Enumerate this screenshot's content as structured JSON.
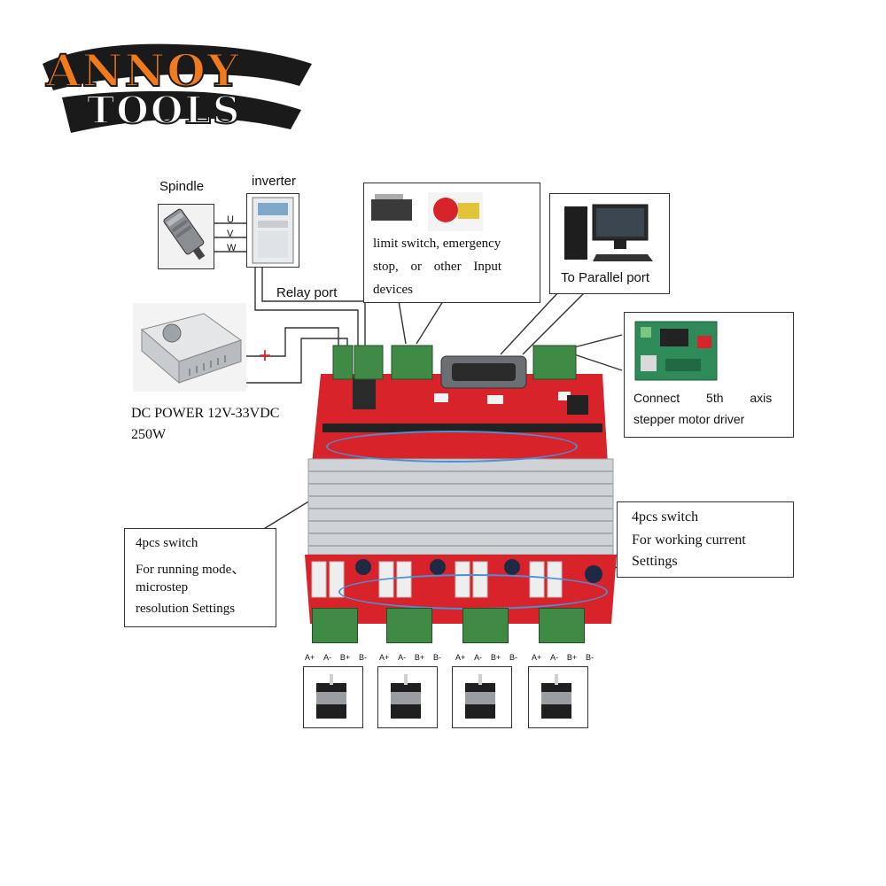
{
  "brand": {
    "line1": "ANNOY",
    "line2": "TOOLS"
  },
  "labels": {
    "spindle": "Spindle",
    "inverter": "inverter",
    "uvw": [
      "U",
      "V",
      "W"
    ],
    "relay_port": "Relay port",
    "plus": "+",
    "dc_power_line1": "DC POWER 12V-33VDC",
    "dc_power_line2": "250W",
    "limit_line1": "limit switch, emergency",
    "limit_line2": "stop, or other Input",
    "limit_line3": "devices",
    "parallel_port": "To Parallel port",
    "fifth_axis_line1": "Connect 5th axis",
    "fifth_axis_line2": "stepper motor driver",
    "switch_right_title": "4pcs switch",
    "switch_right_line1": "For working current",
    "switch_right_line2": "Settings",
    "switch_left_title": "4pcs switch",
    "switch_left_line1": "For running mode、",
    "switch_left_line2": "microstep",
    "switch_left_line3": "resolution Settings",
    "motor_pins": [
      "A+",
      "A-",
      "B+",
      "B-"
    ]
  },
  "colors": {
    "board_red": "#d8232a",
    "terminal_green": "#3f8a45",
    "heatsink": "#cfd2d6",
    "highlight_blue": "#4a90d9",
    "logo_orange": "#f07a1c"
  }
}
